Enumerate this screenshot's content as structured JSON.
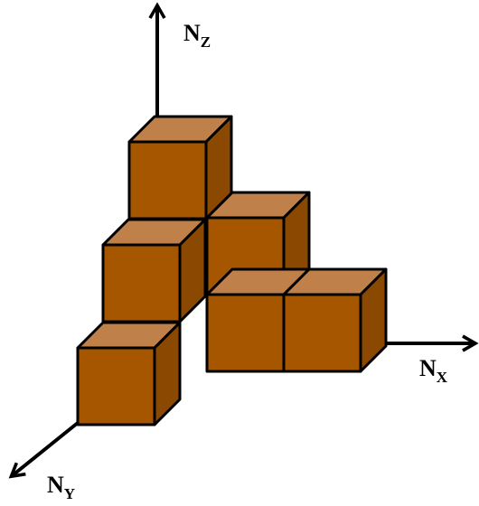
{
  "axes": {
    "z": {
      "letter": "N",
      "subscript": "Z"
    },
    "x": {
      "letter": "N",
      "subscript": "X"
    },
    "y": {
      "letter": "N",
      "subscript": "Y"
    }
  },
  "colors": {
    "front": "#A75600",
    "top": "#C0804A",
    "side": "#8A4800",
    "outline": "#000000"
  },
  "cubes": [
    {
      "name": "cube-top-back"
    },
    {
      "name": "cube-middle-back"
    },
    {
      "name": "cube-middle-front"
    },
    {
      "name": "cube-bottom-back-left"
    },
    {
      "name": "cube-bottom-back-right"
    },
    {
      "name": "cube-bottom-front"
    }
  ]
}
